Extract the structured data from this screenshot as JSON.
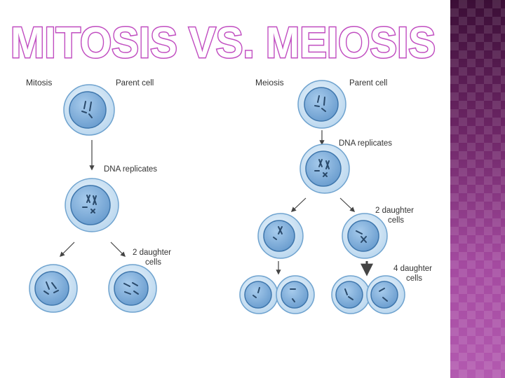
{
  "slide": {
    "title": "MITOSIS VS. MEIOSIS"
  },
  "mitosis": {
    "heading": "Mitosis",
    "parent_label": "Parent cell",
    "replicate_label": "DNA replicates",
    "daughter_label_line1": "2 daughter",
    "daughter_label_line2": "cells"
  },
  "meiosis": {
    "heading": "Meiosis",
    "parent_label": "Parent cell",
    "replicate_label": "DNA replicates",
    "first_daughter_line1": "2 daughter",
    "first_daughter_line2": "cells",
    "second_daughter_line1": "4 daughter",
    "second_daughter_line2": "cells"
  },
  "colors": {
    "title_stroke": "#c04cc0",
    "cell_outer": "#c6dff2",
    "cell_outer_stroke": "#6fa3cf",
    "nucleus": "#7fb0dc",
    "nucleus_stroke": "#3f77ad",
    "chromosome": "#2a4a6b",
    "arrow": "#444444",
    "panel": "#8b3a8a"
  }
}
